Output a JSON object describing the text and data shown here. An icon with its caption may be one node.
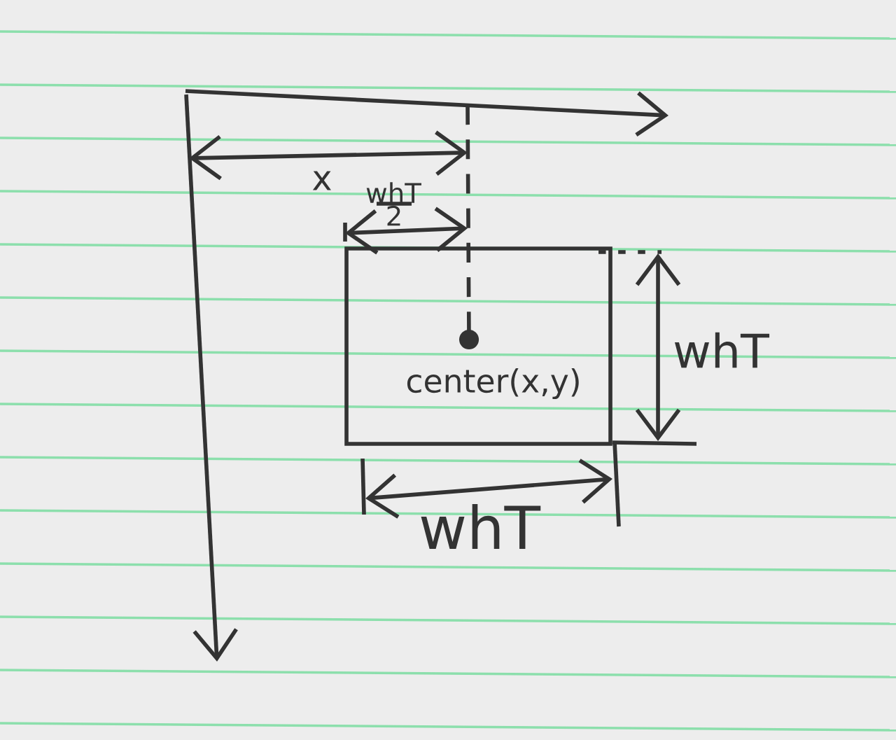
{
  "diagram": {
    "nodes": [
      {
        "text": [
          "center(x,y)"
        ]
      }
    ],
    "labels": [
      "x",
      "whT",
      "2",
      "whT",
      "whT"
    ]
  }
}
